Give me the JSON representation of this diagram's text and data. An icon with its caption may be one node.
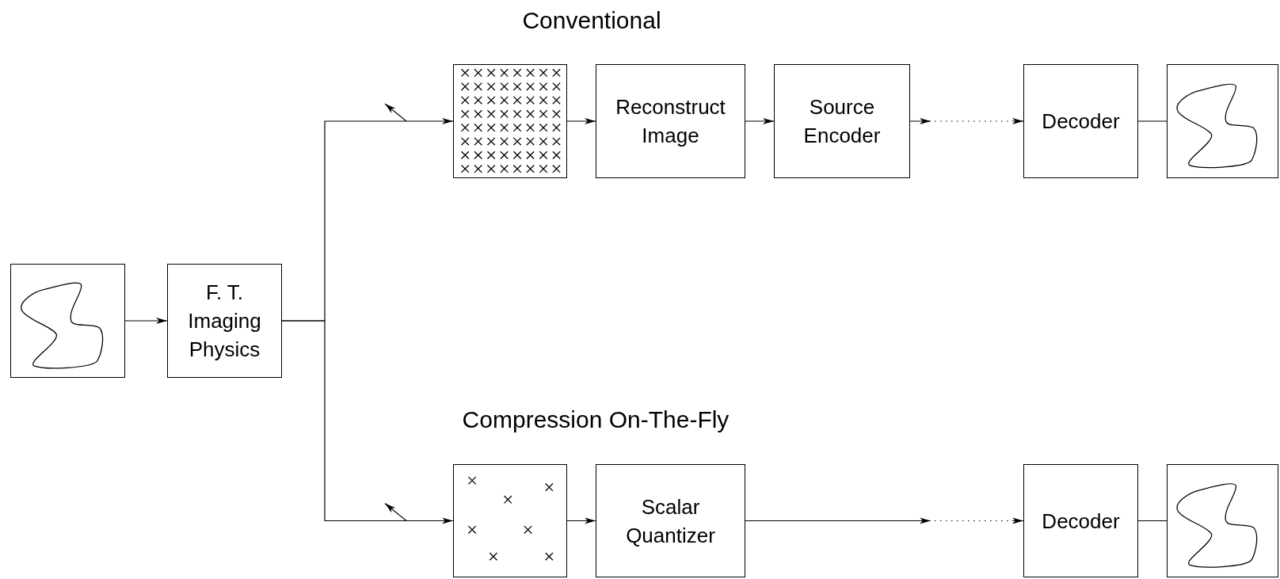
{
  "diagram": {
    "nodes": [
      {
        "text": [],
        "shape": "picture"
      },
      {
        "text": [
          "F. T. Imaging Physics"
        ]
      },
      {
        "text": [],
        "shape": "picture"
      },
      {
        "text": [
          "Reconstruct Image"
        ]
      },
      {
        "text": [
          "Source Encoder"
        ]
      },
      {
        "text": [
          "Decoder"
        ]
      },
      {
        "text": [],
        "shape": "picture"
      },
      {
        "text": [],
        "shape": "picture"
      },
      {
        "text": [
          "Scalar Quantizer"
        ]
      },
      {
        "text": [
          "Decoder"
        ]
      },
      {
        "text": [],
        "shape": "picture"
      }
    ],
    "edges": [
      {
        "from": 0,
        "to": 1,
        "arrow": "to"
      },
      {
        "from": 1,
        "to": 2,
        "arrow": "to"
      },
      {
        "from": 1,
        "to": 7,
        "arrow": "to"
      },
      {
        "from": 2,
        "to": 3,
        "arrow": "to"
      },
      {
        "from": 3,
        "to": 4,
        "arrow": "to"
      },
      {
        "from": 4,
        "to": 5,
        "arrow": "to",
        "style": "dashed"
      },
      {
        "from": 5,
        "to": 6,
        "arrow": "none"
      },
      {
        "from": 7,
        "to": 8,
        "arrow": "to"
      },
      {
        "from": 8,
        "to": 9,
        "arrow": "to",
        "style": "dashed"
      },
      {
        "from": 9,
        "to": 10,
        "arrow": "none"
      }
    ],
    "labels": [
      "Conventional",
      "Compression On-The-Fly"
    ]
  }
}
